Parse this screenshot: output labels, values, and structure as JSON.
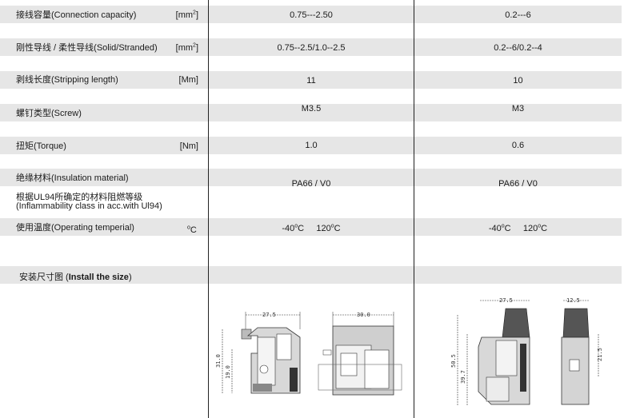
{
  "rows": [
    {
      "label": "接线容量(Connection capacity)",
      "unit": "[mm",
      "unit_sup": "2",
      "unit_suffix": "]",
      "col1": "0.75---2.50",
      "col2": "0.2---6"
    },
    {
      "label": "刚性导线 / 柔性导线(Solid/Stranded)",
      "unit": "[mm",
      "unit_sup": "2",
      "unit_suffix": "]",
      "col1": "0.75--2.5/1.0--2.5",
      "col2": "0.2--6/0.2--4"
    },
    {
      "label": "剥线长度(Stripping length)",
      "unit": "[Mm]",
      "col1": "11",
      "col2": "10"
    },
    {
      "label": "螺钉类型(Screw)",
      "unit": "",
      "col1": "M3.5",
      "col2": "M3"
    },
    {
      "label": "扭矩(Torque)",
      "unit": "[Nm]",
      "col1": "1.0",
      "col2": "0.6"
    },
    {
      "label": "绝缘材料(Insulation material)",
      "unit": "",
      "col1": "PA66 / V0",
      "col2": "PA66 / V0"
    },
    {
      "label_line1": "根据UL94所确定的材料阻燃等级",
      "label_line2": "(Inflammability class in acc.with Ul94)"
    },
    {
      "label": "使用温度(Operating temperial)",
      "unit_sup": "o",
      "unit": "C",
      "col1_a": "-40",
      "col1_a_sup": "o",
      "col1_a_unit": "C",
      "col1_b": "120",
      "col1_b_sup": "o",
      "col1_b_unit": "C",
      "col2_a": "-40",
      "col2_a_sup": "o",
      "col2_a_unit": "C",
      "col2_b": "120",
      "col2_b_sup": "o",
      "col2_b_unit": "C"
    }
  ],
  "section": {
    "cn": "安装尺寸图",
    "en": "Install the size"
  },
  "drawings": {
    "d1_width": "27.5",
    "d1_height": "31.0",
    "d1_inner": "19.0",
    "d2_width": "30.0",
    "d3_width": "27.5",
    "d3_height1": "50.5",
    "d3_height2": "39.7",
    "d4_width": "12.5",
    "d4_height": "21.5"
  },
  "colors": {
    "band": "#e6e6e6",
    "line": "#222222"
  }
}
